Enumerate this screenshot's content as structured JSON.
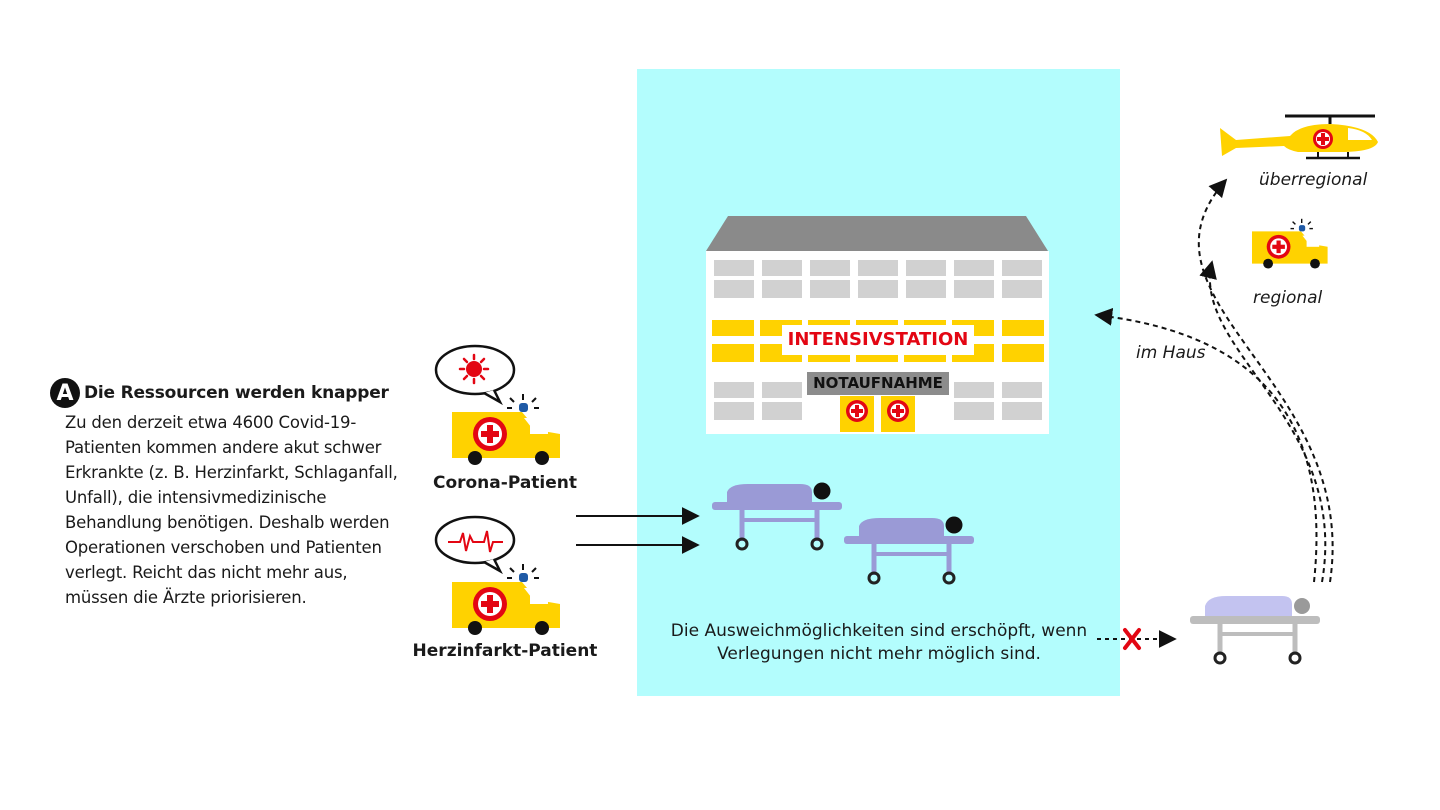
{
  "section": {
    "badge": "A",
    "title": "Die Ressourcen werden knapper",
    "body": "Zu den derzeit etwa 4600 Covid-19-Patienten kommen andere akut schwer Erkrankte (z. B. Herzinfarkt, Schlaganfall, Unfall), die intensivmedizinische Behandlung benötigen. Deshalb werden Operationen verschoben und Patienten verlegt. Reicht das nicht mehr aus, müssen die Ärzte priorisieren."
  },
  "patients": {
    "corona_label": "Corona-Patient",
    "heart_label": "Herzinfarkt-Patient"
  },
  "hospital": {
    "icu_label": "INTENSIVSTATION",
    "er_label": "NOTAUFNAHME"
  },
  "center_caption": "Die Ausweichmöglichkeiten sind erschöpft, wenn Verlegungen nicht mehr möglich sind.",
  "transfer": {
    "in_house": "im Haus",
    "regional": "regional",
    "supraregional": "überregional"
  },
  "colors": {
    "panel": "#b3fdfd",
    "accent_yellow": "#ffd200",
    "red": "#e30613",
    "stretcher": "#9a9ad6",
    "stretcher_faded": "#c3c3f0",
    "gray_roof": "#8a8a8a"
  },
  "icons": [
    "virus-icon",
    "ecg-icon",
    "ambulance-icon",
    "helicopter-icon",
    "stretcher-icon",
    "hospital-icon",
    "blocked-x-icon"
  ]
}
